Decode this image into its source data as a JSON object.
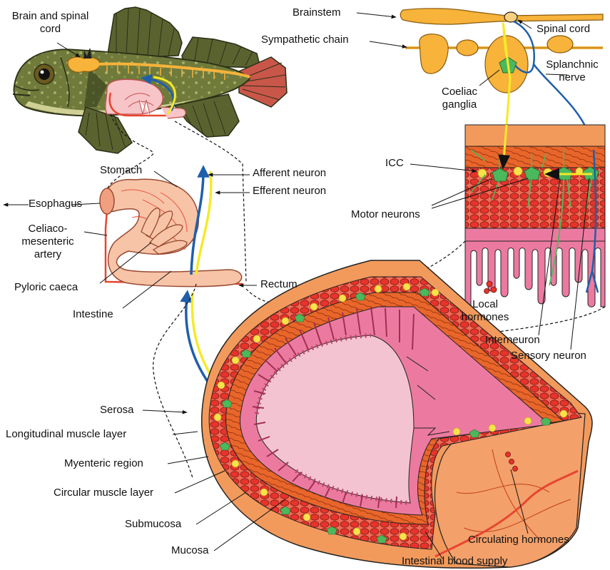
{
  "colors": {
    "afferent": "#1f5faa",
    "efferent": "#f5ea2a",
    "nerve_orange": "#f7b33a",
    "neuron_green": "#4cb85c",
    "icc_yellow": "#f6e24a",
    "muscle_red": "#e8452f",
    "muscle_orange": "#e9662a",
    "serosa": "#f29a5c",
    "mucosa_pink": "#ec7aa0",
    "lumen_pink": "#f4c3d1",
    "gut_peach": "#f7c4a8",
    "artery": "#e8452f",
    "fish_green": "#6f7a3b",
    "fish_dark": "#3c4420"
  },
  "labels": {
    "brain": "Brain and spinal\ncord",
    "brainstem": "Brainstem",
    "spinal_cord": "Spinal cord",
    "sympathetic_chain": "Sympathetic chain",
    "splanchnic": "Splanchnic\nnerve",
    "coeliac": "Coeliac\nganglia",
    "icc": "ICC",
    "motor_neurons": "Motor neurons",
    "local_hormones": "Local\nhormones",
    "interneuron": "Interneuron",
    "sensory_neuron": "Sensory neuron",
    "stomach": "Stomach",
    "esophagus": "Esophagus",
    "celiaco": "Celiaco-\nmesenteric\nartery",
    "pyloric": "Pyloric caeca",
    "intestine": "Intestine",
    "rectum": "Rectum",
    "afferent": "Afferent neuron",
    "efferent": "Efferent neuron",
    "serosa": "Serosa",
    "longitudinal": "Longitudinal muscle layer",
    "myenteric": "Myenteric region",
    "circular": "Circular muscle layer",
    "submucosa": "Submucosa",
    "mucosa": "Mucosa",
    "circulating": "Circulating hormones",
    "blood_supply": "Intestinal blood supply"
  }
}
